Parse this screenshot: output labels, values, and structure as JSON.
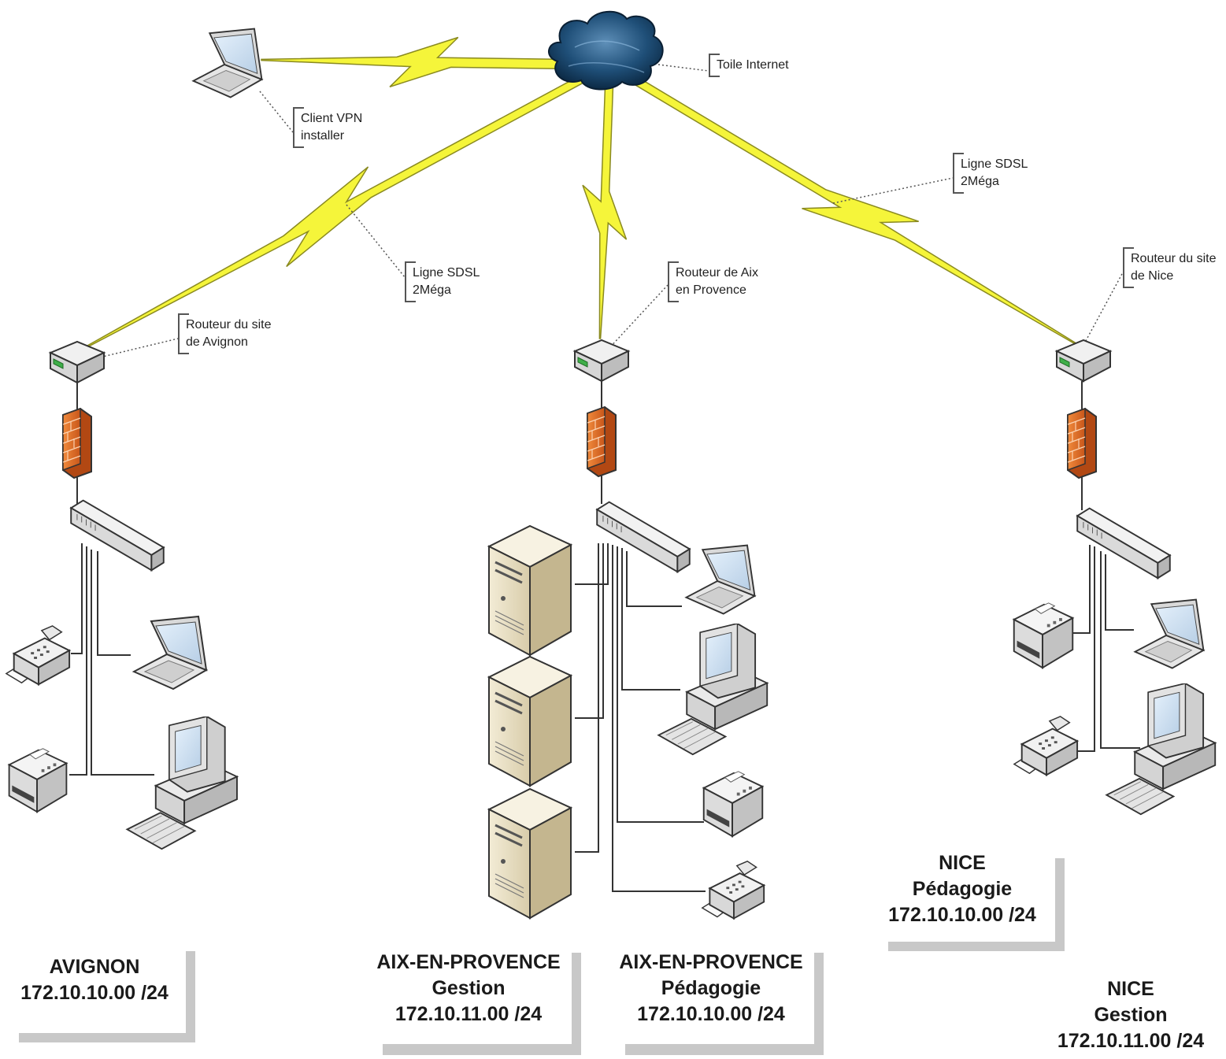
{
  "colors": {
    "wan_link": "#f5f53a",
    "wan_link_edge": "#8a8a20",
    "cloud": "#1f4f78",
    "firewall": "#e87a2e",
    "bracket": "#c8c8c8"
  },
  "callouts": {
    "client_vpn": [
      "Client VPN",
      "installer"
    ],
    "internet": [
      "Toile Internet"
    ],
    "sdsl_left": [
      "Ligne SDSL",
      "2Méga"
    ],
    "sdsl_right": [
      "Ligne SDSL",
      "2Méga"
    ],
    "router_avignon": [
      "Routeur du site",
      "de Avignon"
    ],
    "router_aix": [
      "Routeur de Aix",
      "en Provence"
    ],
    "router_nice": [
      "Routeur du site",
      "de Nice"
    ]
  },
  "sites": {
    "avignon": [
      "AVIGNON",
      "172.10.10.00 /24"
    ],
    "aix_gestion": [
      "AIX-EN-PROVENCE",
      "Gestion",
      "172.10.11.00 /24"
    ],
    "aix_pedagogie": [
      "AIX-EN-PROVENCE",
      "Pédagogie",
      "172.10.10.00 /24"
    ],
    "nice_pedagogie": [
      "NICE",
      "Pédagogie",
      "172.10.10.00 /24"
    ],
    "nice_gestion": [
      "NICE",
      "Gestion",
      "172.10.11.00 /24"
    ]
  }
}
